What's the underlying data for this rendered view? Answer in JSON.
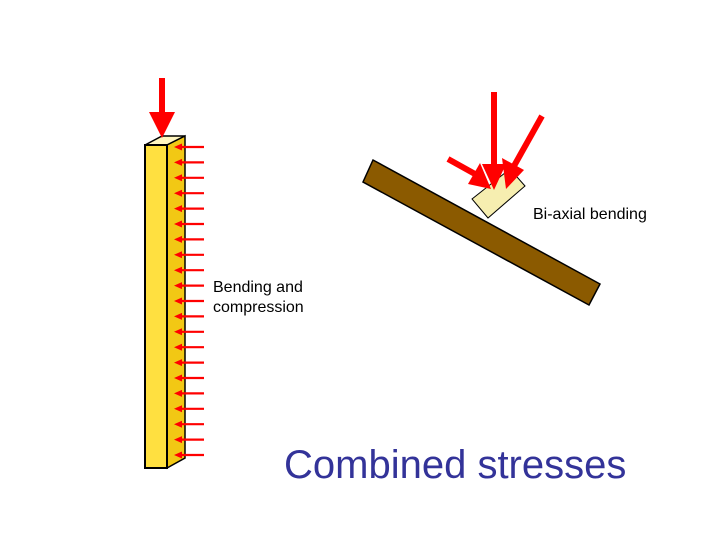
{
  "labels": {
    "biaxial": "Bi-axial bending",
    "bending_line1": "Bending and",
    "bending_line2": "compression",
    "title": "Combined stresses"
  },
  "colors": {
    "arrow": "#ff0000",
    "column_face": "#ffe040",
    "column_side": "#f2c814",
    "beam": "#8b5a00",
    "pad": "#f6eeb0",
    "title": "#333399",
    "outline": "#000000"
  },
  "icons": {
    "load_arrow": "red-arrow-icon",
    "pressure_arrow": "small-red-arrow-icon"
  }
}
